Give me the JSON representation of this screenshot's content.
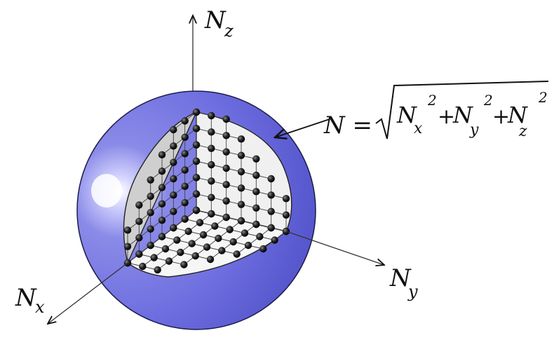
{
  "labels": {
    "axis_z": "N",
    "axis_z_sub": "z",
    "axis_y": "N",
    "axis_y_sub": "y",
    "axis_x": "N",
    "axis_x_sub": "x",
    "formula": {
      "lhs": "N = ",
      "t1": "N",
      "t1_sub": "x",
      "t1_sup": "2",
      "plus1": "+",
      "t2": "N",
      "t2_sub": "y",
      "t2_sup": "2",
      "plus2": "+",
      "t3": "N",
      "t3_sub": "z",
      "t3_sup": "2"
    }
  },
  "colors": {
    "sphere": "#6e6ee0",
    "sphere_dark": "#4a4ac4",
    "highlight": "#ffffff",
    "grid_face": "#eeeeee",
    "left_face": "#c8c8c8",
    "dot": "#111111",
    "ink": "#111111"
  },
  "lattice": {
    "n": 6,
    "description_hidden": ""
  }
}
